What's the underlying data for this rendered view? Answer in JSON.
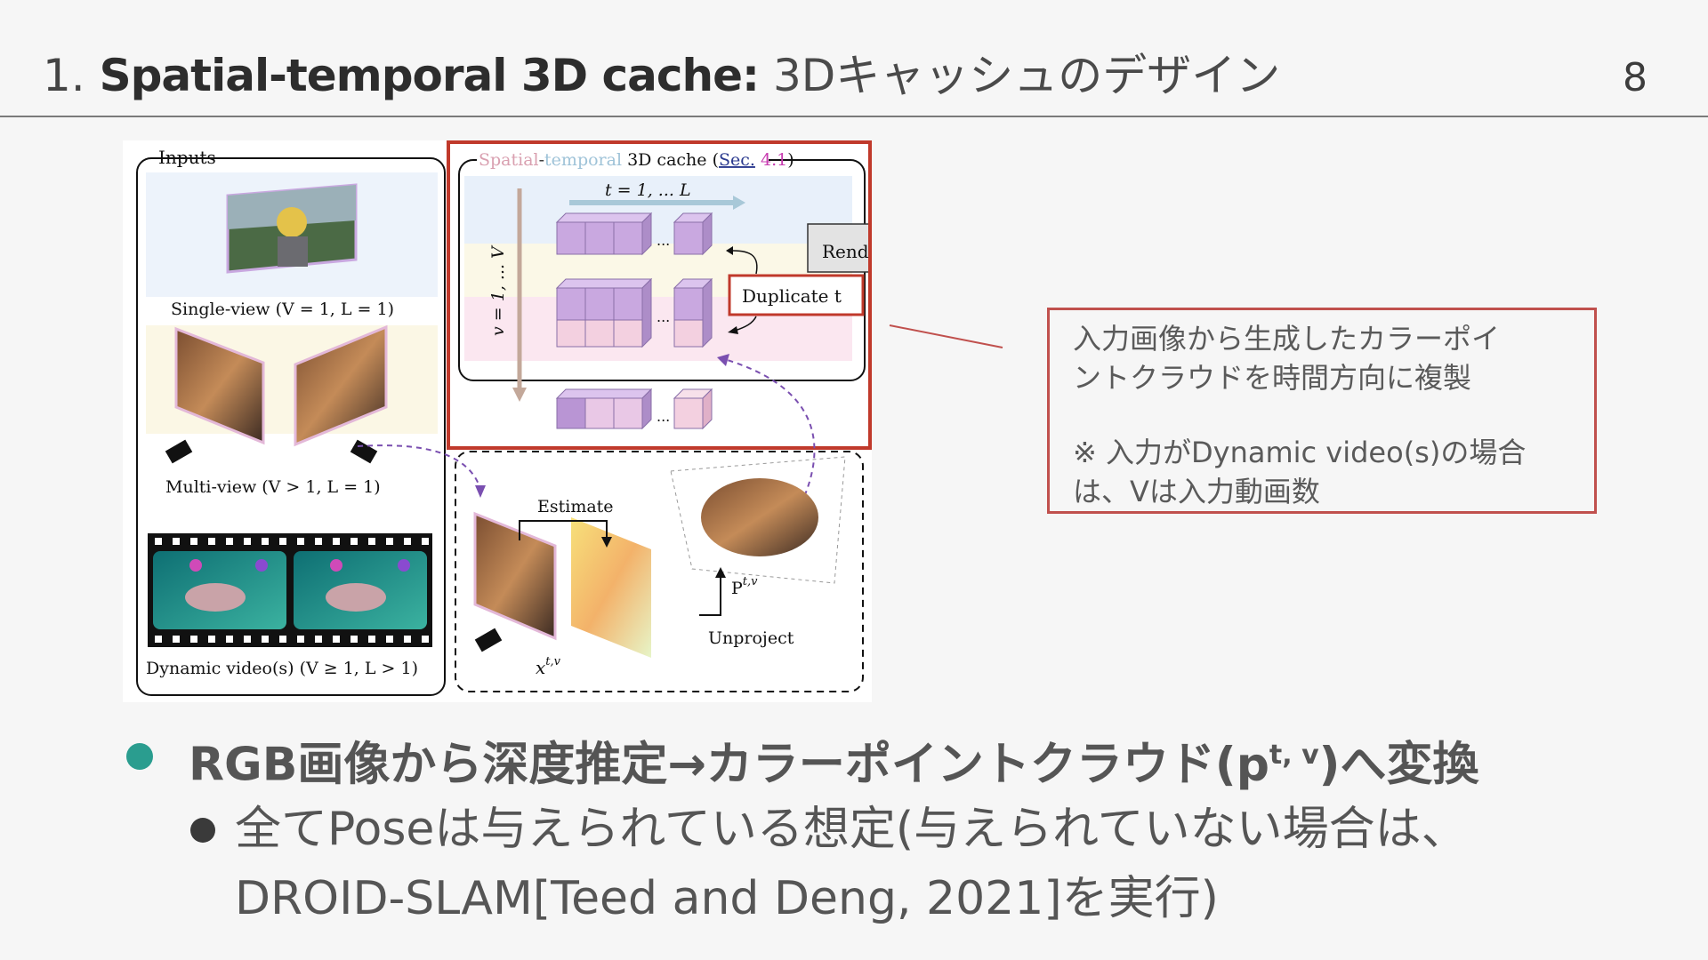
{
  "slide": {
    "title_number": "1.",
    "title_bold": "Spatial-temporal 3D cache:",
    "title_jp": "3Dキャッシュのデザイン",
    "page_number": "8"
  },
  "figure": {
    "inputs_label": "Inputs",
    "cache_title_spatial": "Spatial",
    "cache_title_dash": "-",
    "cache_title_temporal": "temporal",
    "cache_title_rest": " 3D cache (",
    "cache_title_sec": "Sec.",
    "cache_title_num": " 4.1",
    "cache_title_close": ")",
    "t_axis": "t = 1, ... L",
    "v_axis": "v = 1, ... V",
    "ellipsis": "...",
    "render_label": "Rend",
    "duplicate_label": "Duplicate t",
    "single_view": "Single-view (V = 1, L = 1)",
    "multi_view": "Multi-view (V > 1, L = 1)",
    "dynamic_video": "Dynamic video(s) (V ≥ 1, L > 1)",
    "estimate": "Estimate",
    "unproject": "Unproject",
    "p_label": "P",
    "p_sup": "t,v",
    "x_label": "x",
    "x_sup": "t,v",
    "colors": {
      "highlight_red": "#c0392b",
      "cube_purple": "#c9a8e0",
      "cube_pink": "#f3d0e0",
      "arrow_blue": "#a8c8d8",
      "arrow_brown": "#c3a89a"
    }
  },
  "note": {
    "line1": "入力画像から生成したカラーポイ",
    "line2": "ントクラウドを時間方向に複製",
    "line3": "※ 入力がDynamic video(s)の場合",
    "line4": "は、Vは入力動画数"
  },
  "bullets": {
    "main_pre": "RGB画像から深度推定→カラーポイントクラウド(p",
    "main_sup": "t, v",
    "main_post": ")へ変換",
    "sub_line1": "全てPoseは与えられている想定(与えられていない場合は、",
    "sub_line2": "DROID-SLAM[Teed and Deng, 2021]を実行)"
  }
}
